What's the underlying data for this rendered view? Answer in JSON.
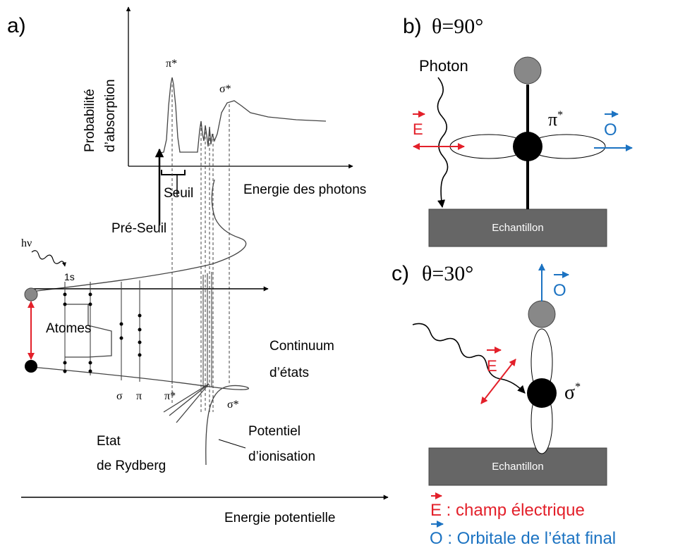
{
  "panel_a": {
    "label": "a)",
    "ylabel_line1": "Probabilité",
    "ylabel_line2": "d’absorption",
    "peak_pi": "π*",
    "peak_sigma": "σ*",
    "seuil": "Seuil",
    "pre_seuil": "Pré-Seuil",
    "xlabel": "Energie des photons",
    "hv": "hν",
    "one_s": "1s",
    "atomes": "Atomes",
    "continuum_line1": "Continuum",
    "continuum_line2": "d’états",
    "orb_sigma": "σ",
    "orb_pi": "π",
    "orb_pistar": "π*",
    "orb_sigmastar": "σ*",
    "rydberg_line1": "Etat",
    "rydberg_line2": "de Rydberg",
    "potentiel_line1": "Potentiel",
    "potentiel_line2": "d’ionisation",
    "energie_potentielle": "Energie potentielle"
  },
  "panel_b": {
    "label": "b)",
    "theta": "θ=90°",
    "photon": "Photon",
    "e_vec": "E",
    "o_vec": "O",
    "pistar": "π",
    "star": "*",
    "echantillon": "Echantillon"
  },
  "panel_c": {
    "label": "c)",
    "theta": "θ=30°",
    "o_vec": "O",
    "e_vec": "E",
    "sigmastar": "σ",
    "star": "*",
    "echantillon": "Echantillon"
  },
  "legend": {
    "e_symbol": "E",
    "e_text": " : champ électrique",
    "o_symbol": "O",
    "o_text": " : Orbitale de l’état final"
  },
  "colors": {
    "red": "#e3202a",
    "blue": "#1c73c2",
    "sample": "#666666",
    "grey_atom": "#888888"
  }
}
